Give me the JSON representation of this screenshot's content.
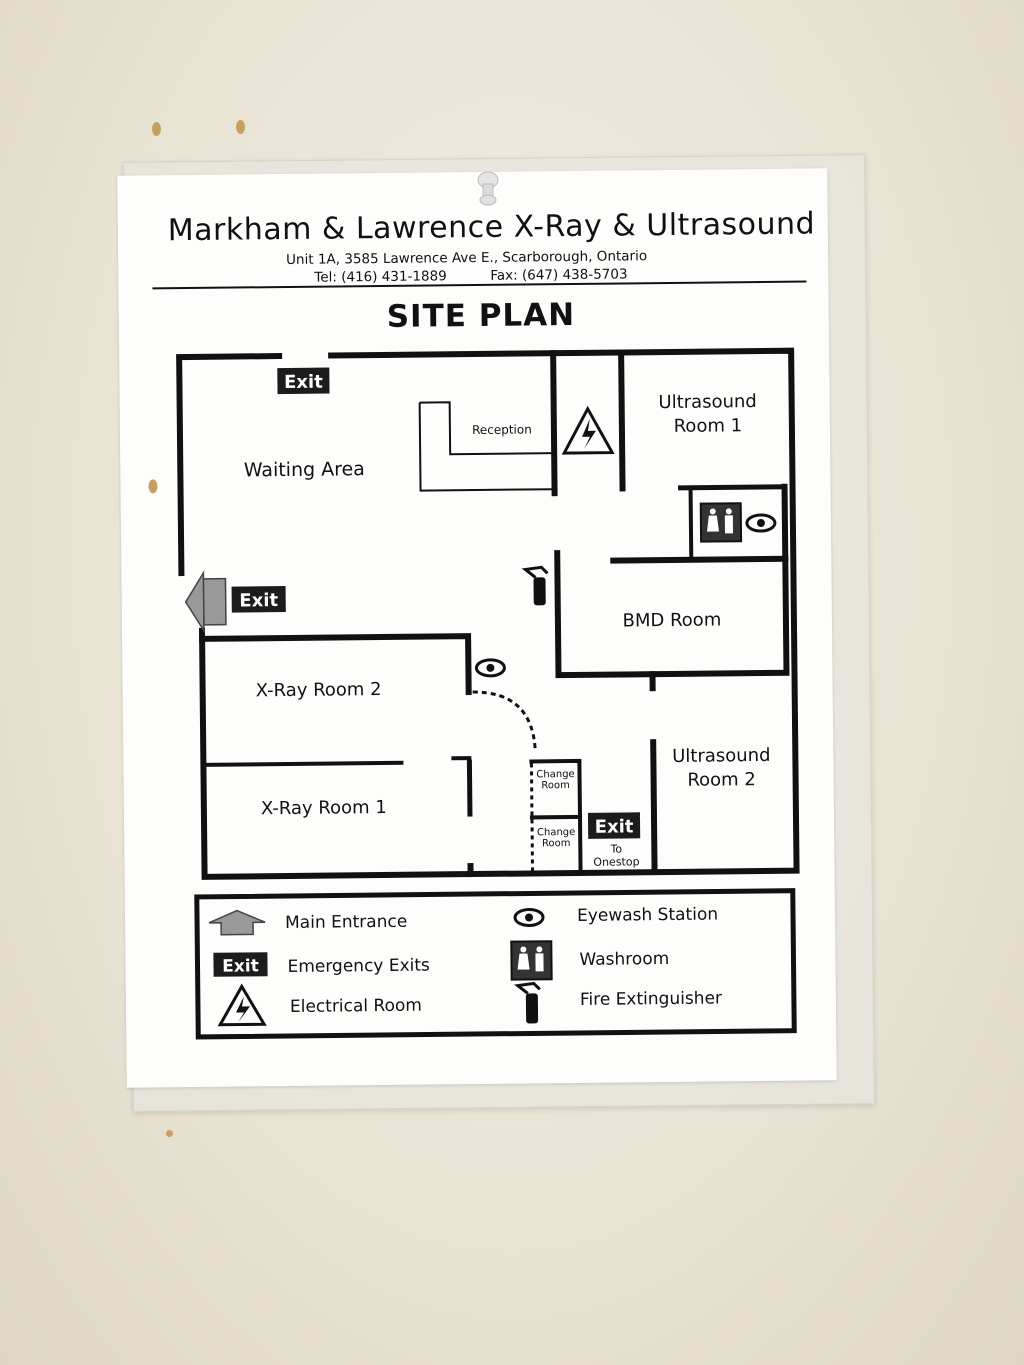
{
  "header": {
    "title": "Markham & Lawrence X-Ray & Ultrasound",
    "address": "Unit 1A, 3585 Lawrence Ave E., Scarborough, Ontario",
    "tel": "Tel: (416) 431-1889",
    "fax": "Fax: (647) 438-5703"
  },
  "plan": {
    "heading": "SITE PLAN",
    "exit_top": "Exit",
    "exit_side": "Exit",
    "exit_bottom": "Exit",
    "waiting_area": "Waiting Area",
    "reception": "Reception",
    "ultrasound_1_line1": "Ultrasound",
    "ultrasound_1_line2": "Room 1",
    "bmd_room": "BMD Room",
    "xray_2": "X-Ray Room 2",
    "xray_1": "X-Ray Room 1",
    "change_room_1_line1": "Change",
    "change_room_1_line2": "Room",
    "change_room_2_line1": "Change",
    "change_room_2_line2": "Room",
    "ultrasound_2_line1": "Ultrasound",
    "ultrasound_2_line2": "Room 2",
    "to_line1": "To",
    "to_line2": "Onestop"
  },
  "legend": {
    "main_entrance": "Main Entrance",
    "exit_badge": "Exit",
    "emergency_exits": "Emergency Exits",
    "electrical_room": "Electrical Room",
    "eyewash_station": "Eyewash Station",
    "washroom": "Washroom",
    "fire_extinguisher": "Fire Extinguisher"
  },
  "icons": [
    "pushpin-icon",
    "exit-badge-icon",
    "electrical-hazard-icon",
    "eye-icon",
    "washroom-icon",
    "fire-extinguisher-icon",
    "main-entrance-arrow-icon"
  ],
  "colors": {
    "wall_ink": "#111111",
    "exit_badge": "#1c1c1c",
    "paper": "#fdfdfc",
    "wall_paint": "#ece7da"
  }
}
